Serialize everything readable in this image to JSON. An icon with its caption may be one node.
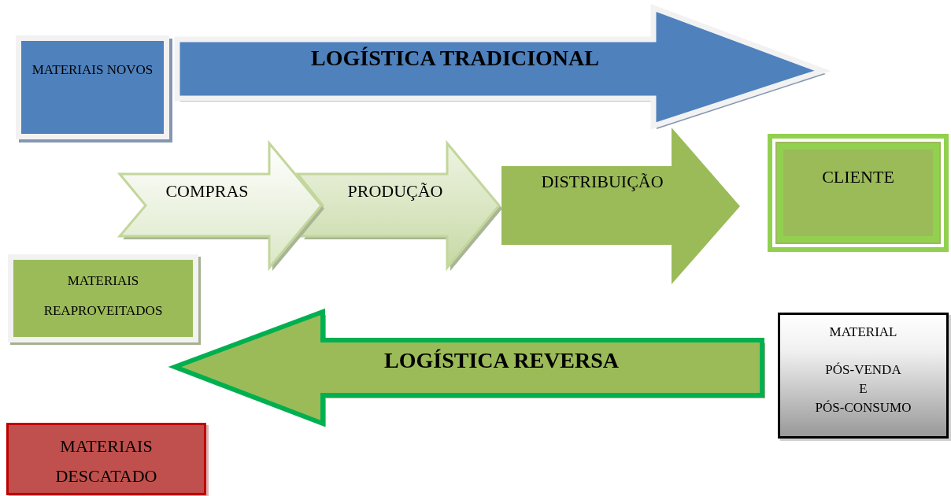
{
  "diagram": {
    "nodes": [
      {
        "text": [
          "MATERIAIS NOVOS"
        ]
      },
      {
        "text": [
          "LOGÍSTICA TRADICIONAL"
        ]
      },
      {
        "text": [
          "COMPRAS"
        ]
      },
      {
        "text": [
          "PRODUÇÃO"
        ]
      },
      {
        "text": [
          "DISTRIBUIÇÃO"
        ]
      },
      {
        "text": [
          "CLIENTE"
        ]
      },
      {
        "text": [
          "MATERIAIS REAPROVEITADOS"
        ]
      },
      {
        "text": [
          "LOGÍSTICA REVERSA"
        ]
      },
      {
        "text": [
          "MATERIAL",
          "PÓS-VENDA E PÓS-CONSUMO"
        ]
      },
      {
        "text": [
          "MATERIAIS DESCATADO"
        ]
      }
    ]
  }
}
